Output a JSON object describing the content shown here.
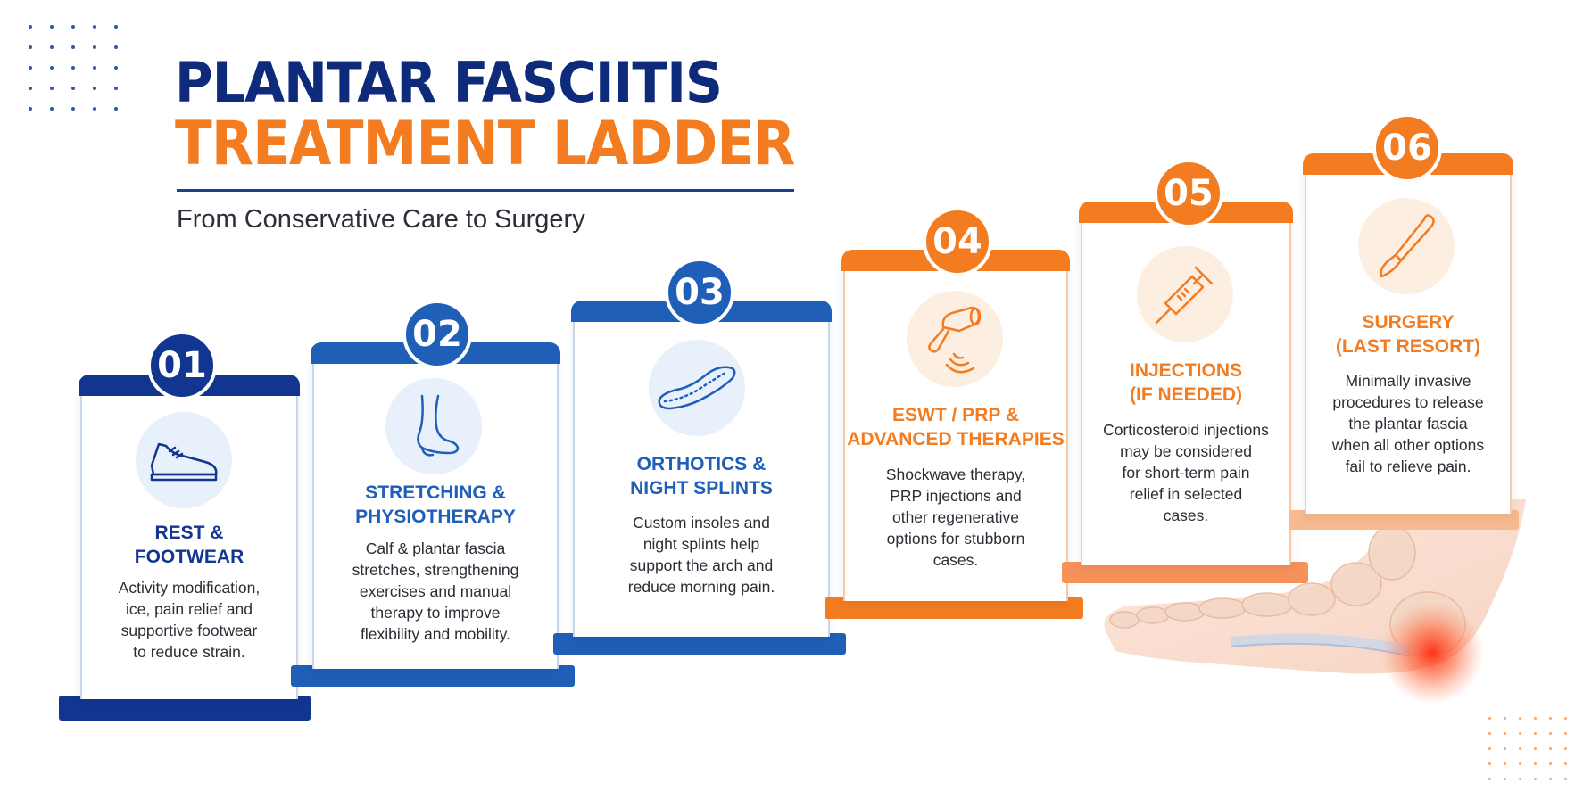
{
  "title": {
    "line1": "PLANTAR FASCIITIS",
    "line2": "TREATMENT LADDER",
    "subtitle": "From Conservative Care to Surgery"
  },
  "colors": {
    "navy": "#0d2b7a",
    "blue": "#1f5fb8",
    "orange": "#f47c20",
    "light_blue_bg": "#e8f0fb",
    "light_orange_bg": "#fdeee2"
  },
  "steps": [
    {
      "number": "01",
      "heading_line1": "REST &",
      "heading_line2": "FOOTWEAR",
      "desc": [
        "Activity modification,",
        "ice, pain relief and",
        "supportive footwear",
        "to reduce strain."
      ],
      "icon": "shoe-icon"
    },
    {
      "number": "02",
      "heading_line1": "STRETCHING &",
      "heading_line2": "PHYSIOTHERAPY",
      "desc": [
        "Calf & plantar fascia",
        "stretches, strengthening",
        "exercises and manual",
        "therapy to improve",
        "flexibility and mobility."
      ],
      "icon": "foot-icon"
    },
    {
      "number": "03",
      "heading_line1": "ORTHOTICS &",
      "heading_line2": "NIGHT SPLINTS",
      "desc": [
        "Custom insoles and",
        "night splints help",
        "support the arch and",
        "reduce morning pain."
      ],
      "icon": "insole-icon"
    },
    {
      "number": "04",
      "heading_line1": "ESWT / PRP &",
      "heading_line2": "ADVANCED THERAPIES",
      "desc": [
        "Shockwave therapy,",
        "PRP injections and",
        "other regenerative",
        "options for stubborn",
        "cases."
      ],
      "icon": "shockwave-device-icon"
    },
    {
      "number": "05",
      "heading_line1": "INJECTIONS",
      "heading_line2": "(IF NEEDED)",
      "desc": [
        "Corticosteroid injections",
        "may be considered",
        "for short-term pain",
        "relief in selected",
        "cases."
      ],
      "icon": "syringe-icon"
    },
    {
      "number": "06",
      "heading_line1": "SURGERY",
      "heading_line2": "(LAST RESORT)",
      "desc": [
        "Minimally invasive",
        "procedures to release",
        "the plantar fascia",
        "when all other options",
        "fail to relieve pain."
      ],
      "icon": "scalpel-icon"
    }
  ]
}
